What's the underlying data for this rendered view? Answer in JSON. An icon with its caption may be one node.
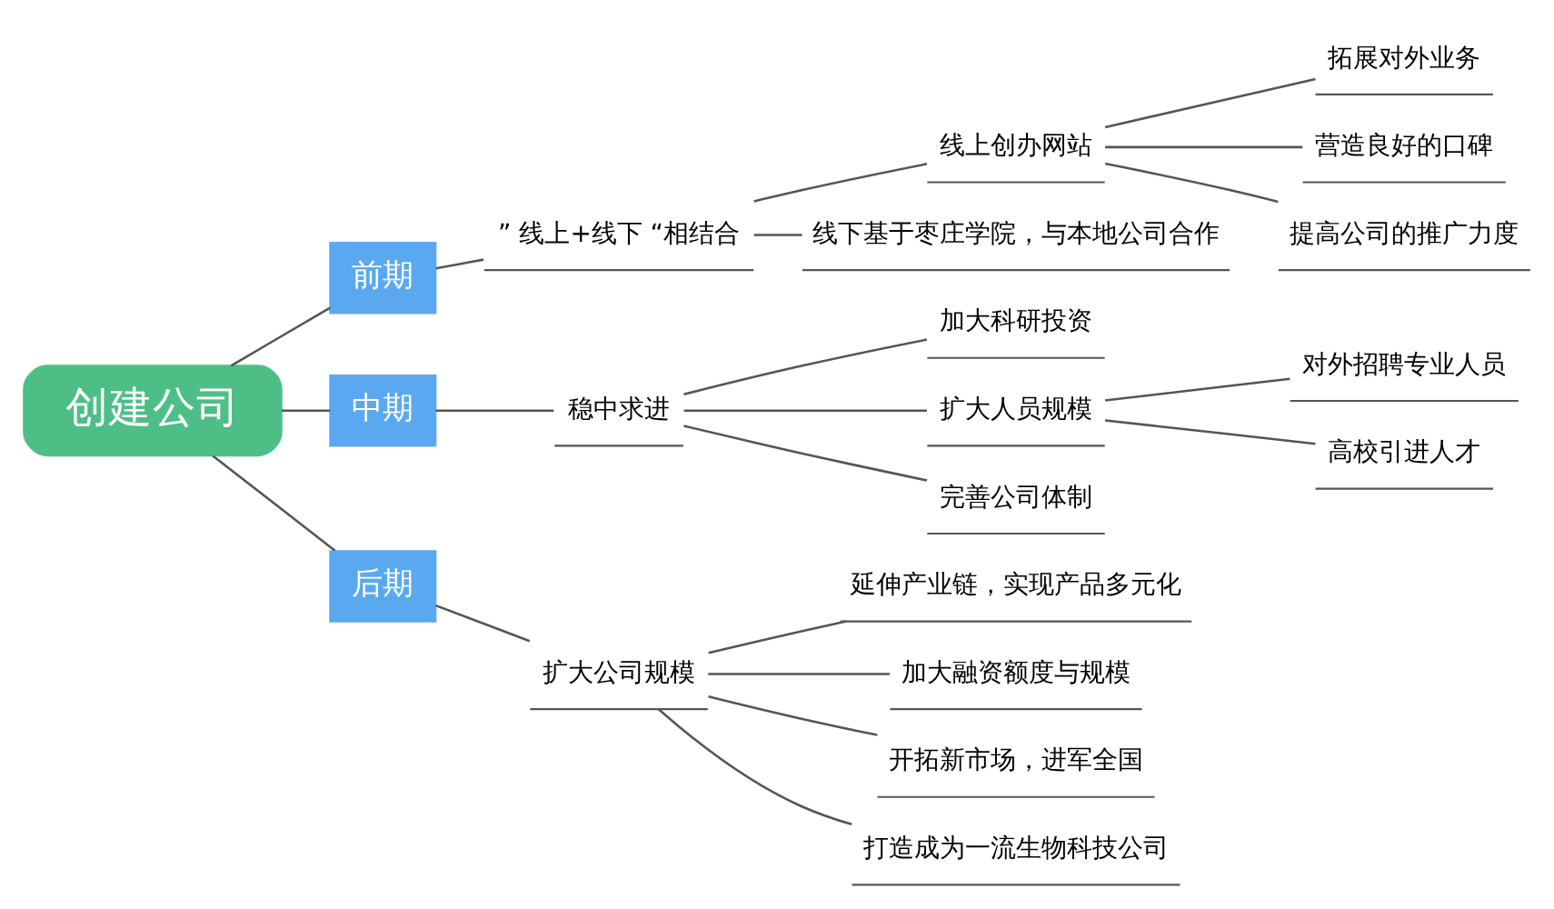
{
  "diagram": {
    "nodes": [
      {
        "text": [
          "创建公司"
        ]
      },
      {
        "text": [
          "前期"
        ]
      },
      {
        "text": [
          "” 线上+线下 “相结合"
        ]
      },
      {
        "text": [
          "线上创办网站"
        ]
      },
      {
        "text": [
          "拓展对外业务"
        ]
      },
      {
        "text": [
          "营造良好的口碑"
        ]
      },
      {
        "text": [
          "提高公司的推广力度"
        ]
      },
      {
        "text": [
          "线下基于枣庄学院，与本地公司合作"
        ]
      },
      {
        "text": [
          "中期"
        ]
      },
      {
        "text": [
          "稳中求进"
        ]
      },
      {
        "text": [
          "加大科研投资"
        ]
      },
      {
        "text": [
          "扩大人员规模"
        ]
      },
      {
        "text": [
          "对外招聘专业人员"
        ]
      },
      {
        "text": [
          "高校引进人才"
        ]
      },
      {
        "text": [
          "完善公司体制"
        ]
      },
      {
        "text": [
          "后期"
        ]
      },
      {
        "text": [
          "扩大公司规模"
        ]
      },
      {
        "text": [
          "延伸产业链，实现产品多元化"
        ]
      },
      {
        "text": [
          "加大融资额度与规模"
        ]
      },
      {
        "text": [
          "开拓新市场，进军全国"
        ]
      },
      {
        "text": [
          "打造成为一流生物科技公司"
        ]
      }
    ],
    "edges": [
      {
        "from": 0,
        "to": 1,
        "arrow": "none"
      },
      {
        "from": 1,
        "to": 2,
        "arrow": "none"
      },
      {
        "from": 2,
        "to": 3,
        "arrow": "none"
      },
      {
        "from": 3,
        "to": 4,
        "arrow": "none"
      },
      {
        "from": 3,
        "to": 5,
        "arrow": "none"
      },
      {
        "from": 3,
        "to": 6,
        "arrow": "none"
      },
      {
        "from": 2,
        "to": 7,
        "arrow": "none"
      },
      {
        "from": 0,
        "to": 8,
        "arrow": "none"
      },
      {
        "from": 8,
        "to": 9,
        "arrow": "none"
      },
      {
        "from": 9,
        "to": 10,
        "arrow": "none"
      },
      {
        "from": 9,
        "to": 11,
        "arrow": "none"
      },
      {
        "from": 11,
        "to": 12,
        "arrow": "none"
      },
      {
        "from": 11,
        "to": 13,
        "arrow": "none"
      },
      {
        "from": 9,
        "to": 14,
        "arrow": "none"
      },
      {
        "from": 0,
        "to": 15,
        "arrow": "none"
      },
      {
        "from": 15,
        "to": 16,
        "arrow": "none"
      },
      {
        "from": 16,
        "to": 17,
        "arrow": "none"
      },
      {
        "from": 16,
        "to": 18,
        "arrow": "none"
      },
      {
        "from": 16,
        "to": 19,
        "arrow": "none"
      },
      {
        "from": 16,
        "to": 20,
        "arrow": "none"
      }
    ]
  }
}
